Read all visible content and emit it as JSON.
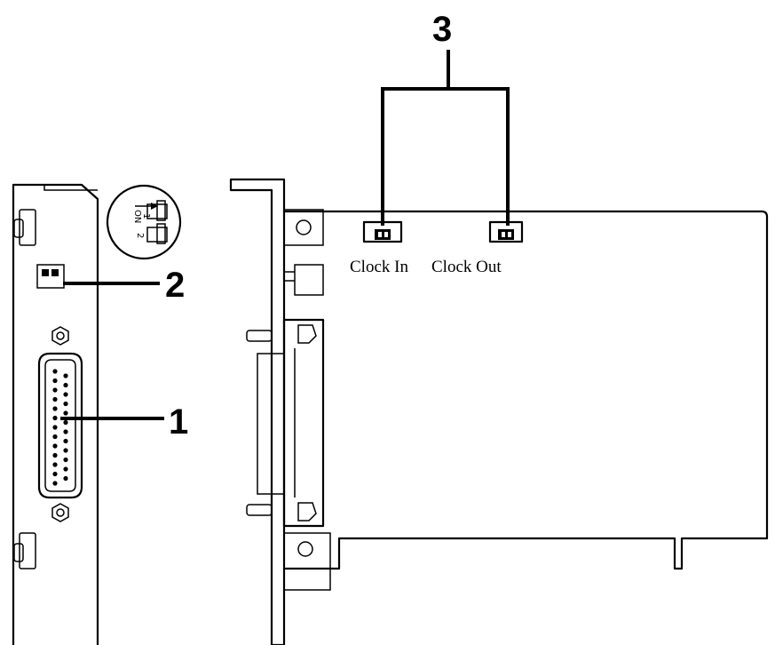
{
  "callouts": {
    "one": "1",
    "two": "2",
    "three": "3"
  },
  "labels": {
    "clock_in": "Clock In",
    "clock_out": "Clock Out"
  },
  "switch": {
    "on": "ON",
    "pos1": "1",
    "pos2": "2"
  },
  "colors": {
    "line": "#000000",
    "background": "#ffffff"
  }
}
